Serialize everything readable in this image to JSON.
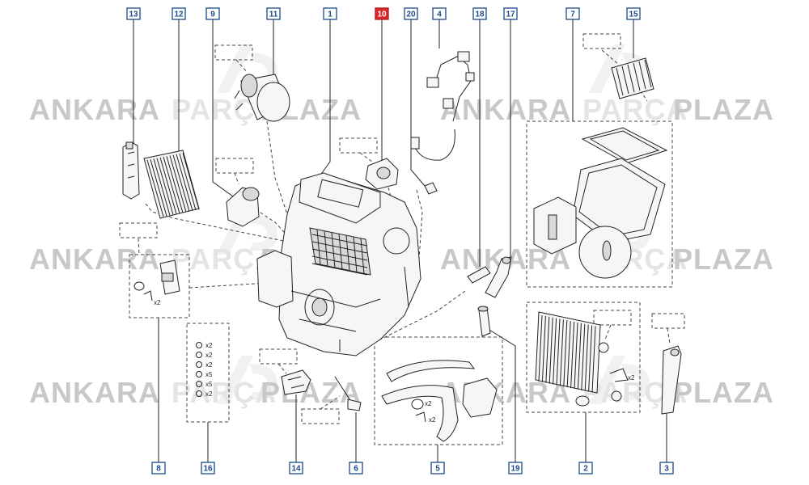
{
  "watermark": {
    "text_left": "ANKARA",
    "text_mid": "PARÇA",
    "text_right": "PLAZA",
    "color_dark": "#c8c8c8",
    "color_light": "#e4e4e4"
  },
  "callouts_top": [
    {
      "label": "13",
      "highlight": false
    },
    {
      "label": "12",
      "highlight": false
    },
    {
      "label": "9",
      "highlight": false
    },
    {
      "label": "11",
      "highlight": false
    },
    {
      "label": "1",
      "highlight": false
    },
    {
      "label": "10",
      "highlight": true
    },
    {
      "label": "20",
      "highlight": false
    },
    {
      "label": "4",
      "highlight": false
    },
    {
      "label": "18",
      "highlight": false
    },
    {
      "label": "17",
      "highlight": false
    },
    {
      "label": "7",
      "highlight": false
    },
    {
      "label": "15",
      "highlight": false
    }
  ],
  "callouts_bottom": [
    {
      "label": "8",
      "highlight": false
    },
    {
      "label": "16",
      "highlight": false
    },
    {
      "label": "14",
      "highlight": false
    },
    {
      "label": "6",
      "highlight": false
    },
    {
      "label": "5",
      "highlight": false
    },
    {
      "label": "19",
      "highlight": false
    },
    {
      "label": "2",
      "highlight": false
    },
    {
      "label": "3",
      "highlight": false
    }
  ],
  "quantities": {
    "group8": "x2",
    "group16": [
      "x2",
      "x2",
      "x2",
      "x5",
      "x5",
      "x2"
    ],
    "group5_a": "x2",
    "group5_b": "x2",
    "group2": "x2"
  },
  "colors": {
    "callout_border": "#1a4a8a",
    "highlight": "#e0262b"
  }
}
